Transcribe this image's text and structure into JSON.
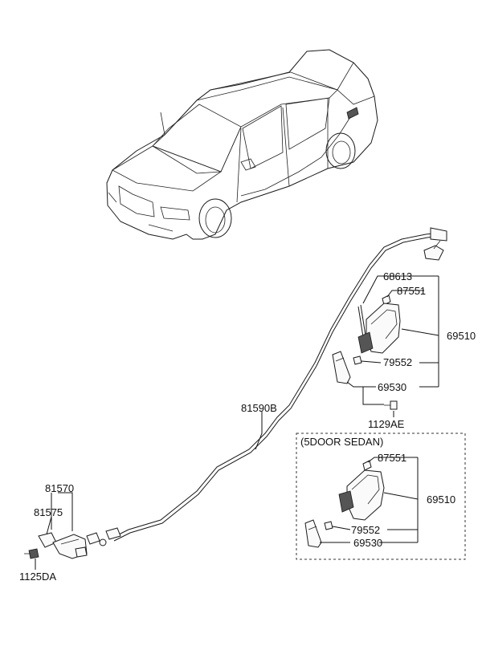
{
  "labels": {
    "l68613": "68613",
    "l87551a": "87551",
    "l69510a": "69510",
    "l79552a": "79552",
    "l69530a": "69530",
    "l1129AE": "1129AE",
    "l81590B": "81590B",
    "l81570": "81570",
    "l81575": "81575",
    "l1125DA": "1125DA",
    "variant_title": "(5DOOR SEDAN)",
    "l87551b": "87551",
    "l69510b": "69510",
    "l79552b": "79552",
    "l69530b": "69530"
  }
}
